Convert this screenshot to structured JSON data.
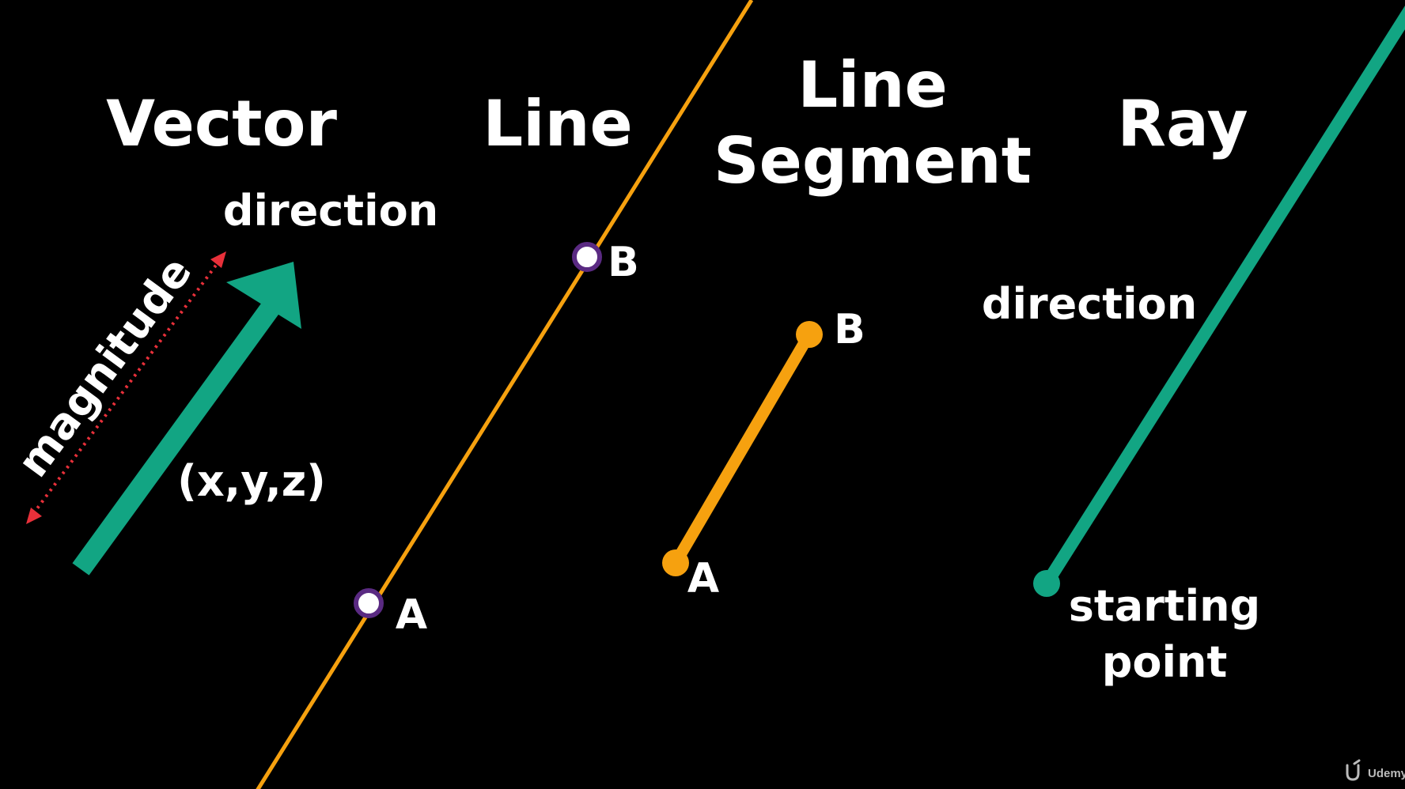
{
  "headings": {
    "vector": "Vector",
    "line": "Line",
    "segment_line1": "Line",
    "segment_line2": "Segment",
    "ray": "Ray"
  },
  "vector": {
    "direction_label": "direction",
    "magnitude_label": "magnitude",
    "coordinates_label": "(x,y,z)"
  },
  "line": {
    "point_a": "A",
    "point_b": "B"
  },
  "segment": {
    "point_a": "A",
    "point_b": "B"
  },
  "ray": {
    "direction_label": "direction",
    "start_label_line1": "starting",
    "start_label_line2": "point"
  },
  "watermark": {
    "brand": "Udemy",
    "icon": "udemy-logo-icon"
  },
  "colors": {
    "background": "#000000",
    "teal": "#12a583",
    "orange": "#f6a10f",
    "red_dotted": "#e8303a",
    "point_ring": "#5a2a82",
    "point_fill": "#ffffff",
    "text": "#ffffff"
  }
}
